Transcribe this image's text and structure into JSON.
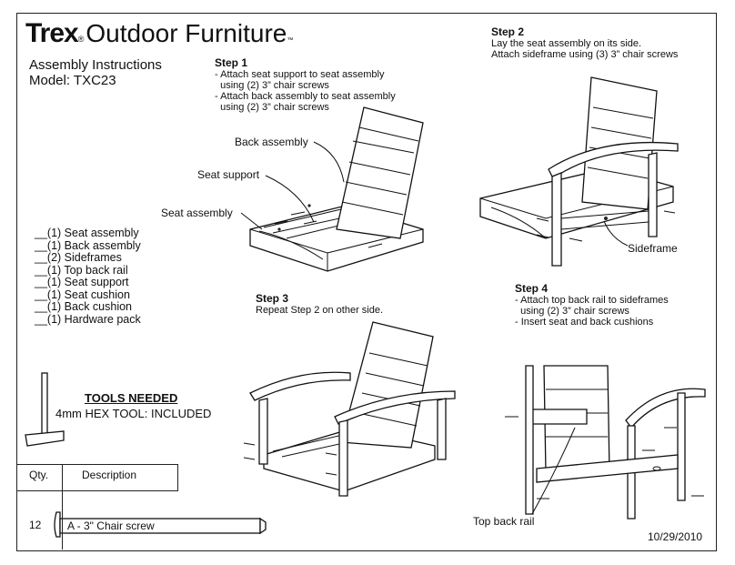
{
  "logo": {
    "brand": "Trex",
    "rest": "Outdoor Furniture"
  },
  "header": {
    "line1": "Assembly Instructions",
    "line2": "Model: TXC23"
  },
  "step1": {
    "heading": "Step 1",
    "lines": [
      "- Attach seat support to seat assembly",
      "  using (2) 3” chair screws",
      "- Attach back assembly to seat assembly",
      "  using (2) 3” chair screws"
    ]
  },
  "step2": {
    "heading": "Step 2",
    "lines": [
      "Lay the seat assembly on its side.",
      "Attach sideframe using (3) 3” chair screws"
    ]
  },
  "step3": {
    "heading": "Step 3",
    "lines": [
      "Repeat Step 2 on other side."
    ]
  },
  "step4": {
    "heading": "Step 4",
    "lines": [
      "- Attach top back rail to sideframes",
      "  using (2) 3” chair screws",
      "",
      "- Insert seat and back cushions"
    ]
  },
  "labels": {
    "back_assembly": "Back assembly",
    "seat_support": "Seat support",
    "seat_assembly": "Seat assembly",
    "sideframe": "Sideframe",
    "top_back_rail": "Top back rail"
  },
  "parts": [
    "__(1) Seat assembly",
    "__(1) Back assembly",
    "__(2) Sideframes",
    "__(1) Top back rail",
    "__(1) Seat support",
    "__(1) Seat cushion",
    "__(1) Back cushion",
    "__(1) Hardware pack"
  ],
  "tools": {
    "heading": "TOOLS NEEDED",
    "text": "4mm HEX TOOL: INCLUDED"
  },
  "table": {
    "qty_header": "Qty.",
    "desc_header": "Description",
    "qty": "12",
    "desc": "A - 3\" Chair screw"
  },
  "date": "10/29/2010"
}
